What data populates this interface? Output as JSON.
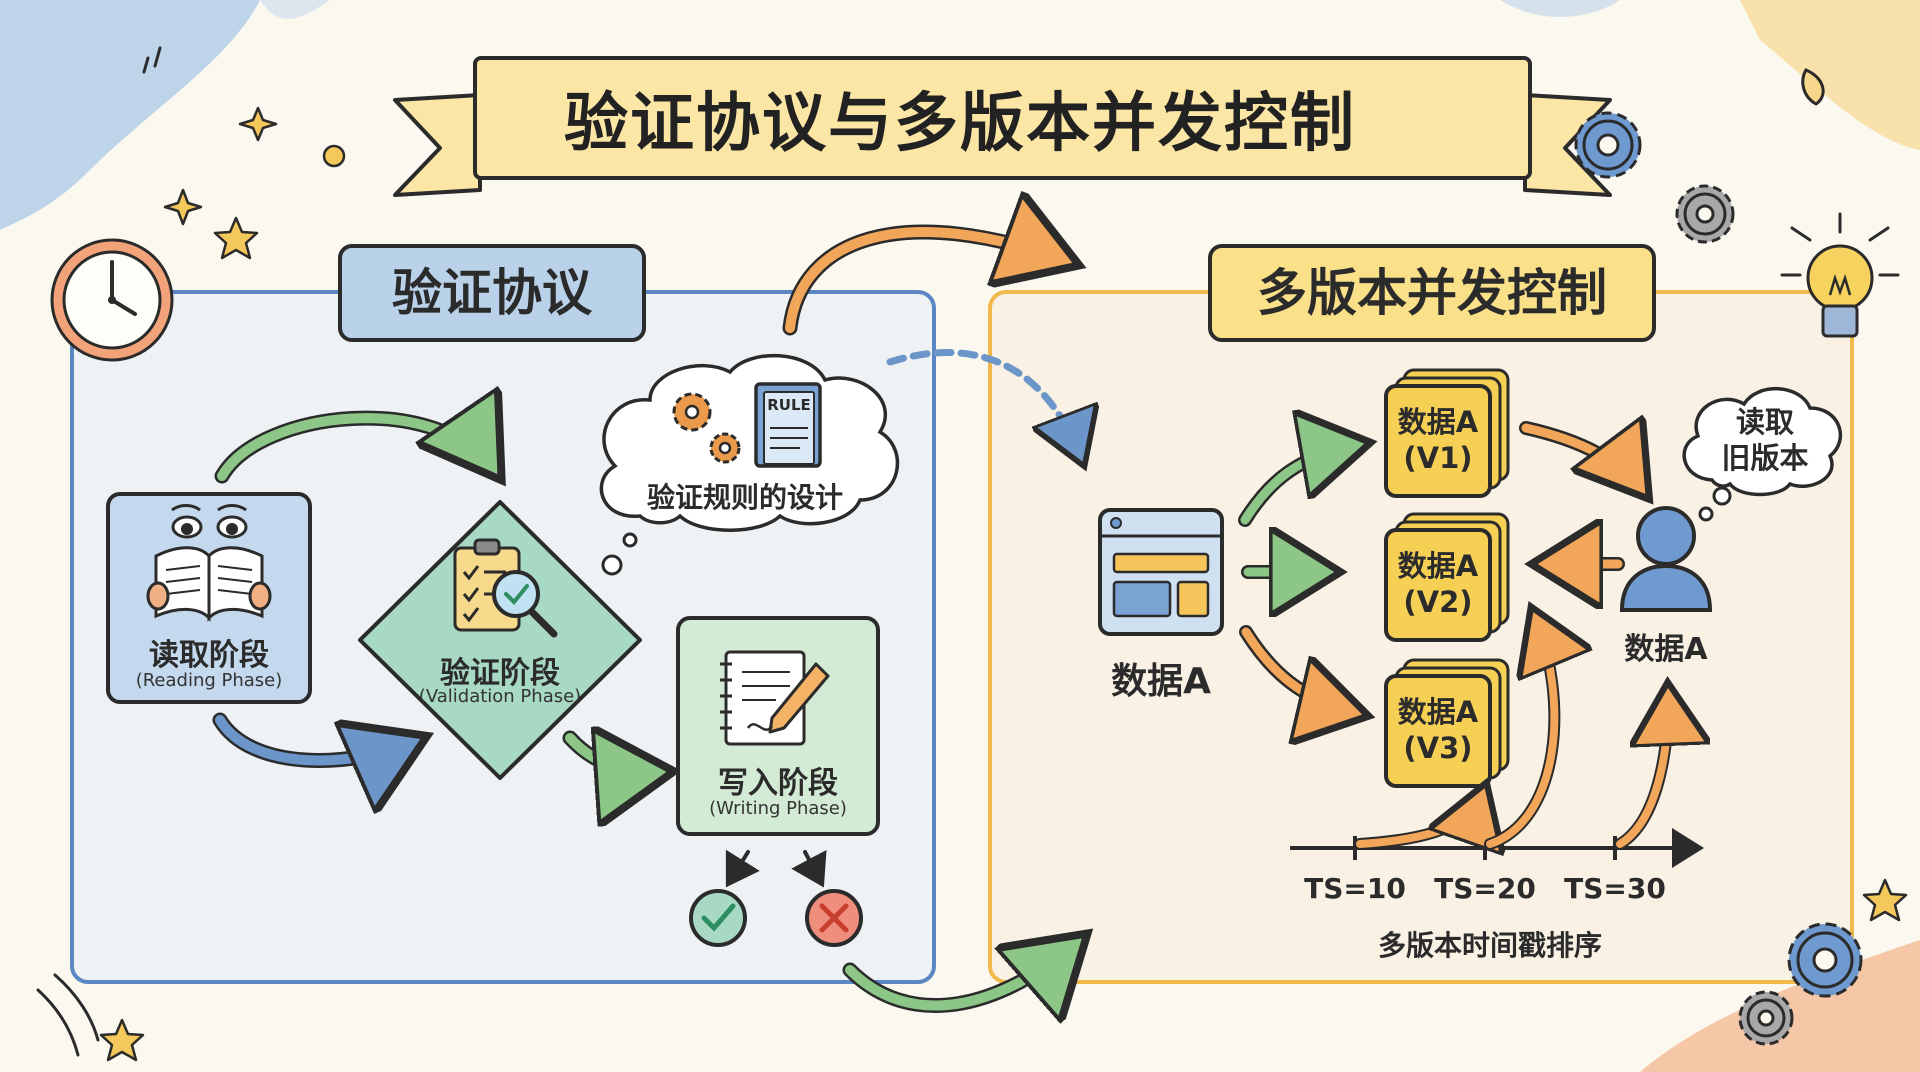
{
  "title": "验证协议与多版本并发控制",
  "validation_panel": {
    "title": "验证协议",
    "reading": {
      "name": "读取阶段",
      "en": "(Reading Phase)"
    },
    "validation": {
      "name": "验证阶段",
      "en": "(Validation Phase)"
    },
    "writing": {
      "name": "写入阶段",
      "en": "(Writing Phase)"
    },
    "rule_book_label": "RULE",
    "thought": "验证规则的设计"
  },
  "mvcc_panel": {
    "title": "多版本并发控制",
    "source_label": "数据A",
    "versions": [
      {
        "name": "数据A",
        "ver": "(V1)"
      },
      {
        "name": "数据A",
        "ver": "(V2)"
      },
      {
        "name": "数据A",
        "ver": "(V3)"
      }
    ],
    "reader_label": "数据A",
    "reader_thought": {
      "line1": "读取",
      "line2": "旧版本"
    },
    "timeline": {
      "ticks": [
        "TS=10",
        "TS=20",
        "TS=30"
      ],
      "caption": "多版本时间戳排序"
    }
  },
  "colors": {
    "blue_panel": "#5b86c4",
    "orange_panel": "#f0b94a",
    "banner": "#fbe6a6",
    "blue_tag": "#b9d2ea",
    "yellow_tag": "#fbe08a",
    "teal_card": "#a8d9c4",
    "version_card": "#f6cf55",
    "green_arrow": "#8cc787",
    "orange_arrow": "#f2a65a"
  }
}
